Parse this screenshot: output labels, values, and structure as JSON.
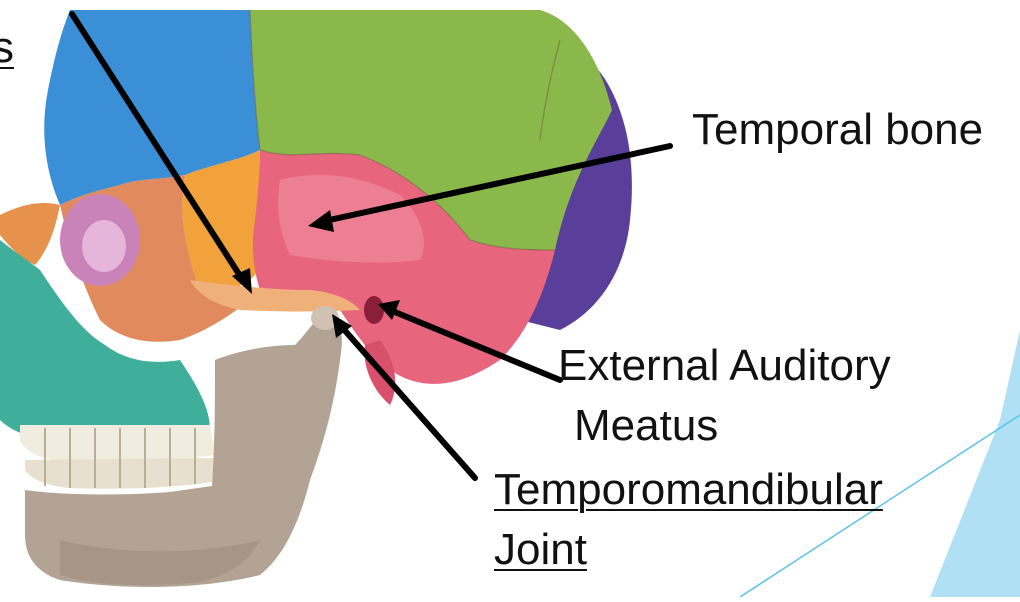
{
  "labels": {
    "partial_top_left": "s",
    "temporal_bone": "Temporal bone",
    "external_auditory_meatus_line1": "External Auditory",
    "external_auditory_meatus_line2": "Meatus",
    "temporomandibular_joint_line1": "Temporomandibular",
    "temporomandibular_joint_line2": "Joint"
  },
  "colors": {
    "frontal_bone": "#3a8fd6",
    "parietal_bone": "#8bb84a",
    "occipital_bone": "#5a3f9a",
    "temporal_bone": "#e8657e",
    "sphenoid_bone": "#f2a23a",
    "zygomatic_bone": "#e08a5e",
    "maxilla": "#3fae9a",
    "mandible": "#b3a394",
    "teeth": "#f1ece0",
    "orbit": "#c983b8",
    "accent_triangle": "#8fd3ef"
  }
}
